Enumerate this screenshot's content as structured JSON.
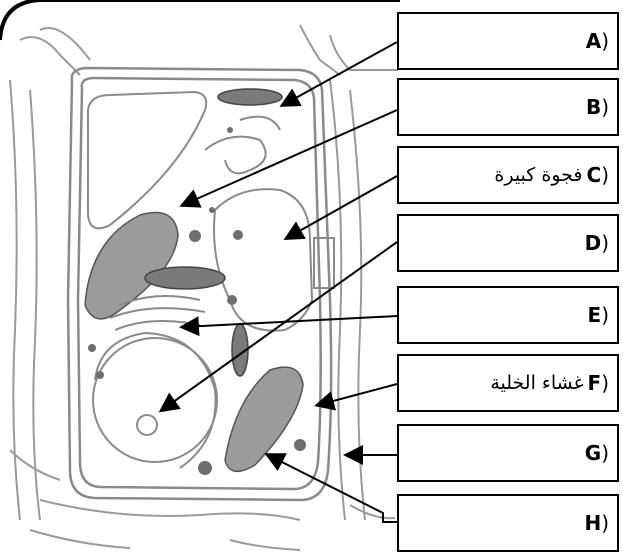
{
  "labels": [
    {
      "letter": "A",
      "paren": ")",
      "text": ""
    },
    {
      "letter": "B",
      "paren": ")",
      "text": ""
    },
    {
      "letter": "C",
      "paren": ")",
      "text": "فجوة كبيرة"
    },
    {
      "letter": "D",
      "paren": ")",
      "text": ""
    },
    {
      "letter": "E",
      "paren": ")",
      "text": ""
    },
    {
      "letter": "F",
      "paren": ")",
      "text": "غشاء الخلية"
    },
    {
      "letter": "G",
      "paren": ")",
      "text": ""
    },
    {
      "letter": "H",
      "paren": ")",
      "text": ""
    }
  ],
  "colors": {
    "line": "#000000",
    "sketch": "#8a8a8a",
    "organelle": "#6e6e6e"
  }
}
